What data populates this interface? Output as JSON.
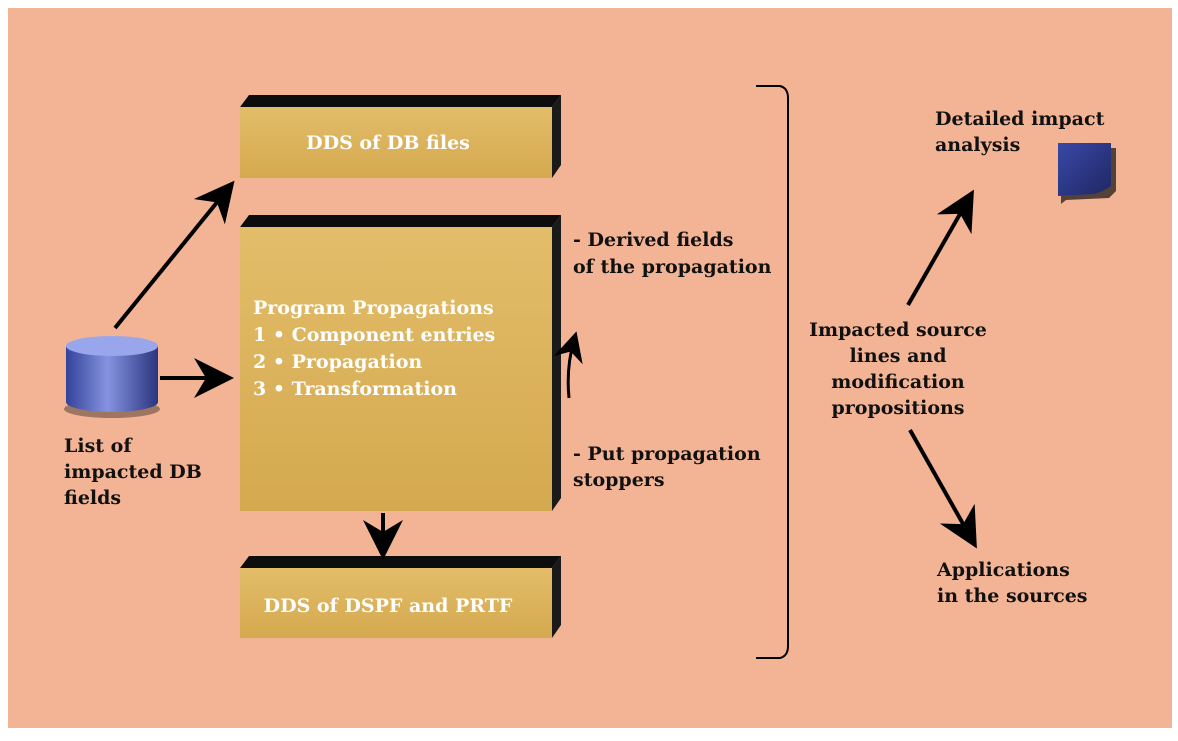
{
  "database_label": [
    "List of",
    "impacted DB",
    "fields"
  ],
  "box_dds_db": "DDS of DB files",
  "program_box": {
    "title": "Program Propagations",
    "lines": [
      "1 • Component entries",
      "2 • Propagation",
      "3 • Transformation"
    ]
  },
  "box_dds_dspf": "DDS of DSPF and PRTF",
  "derived_note": [
    "- Derived fields",
    "of the propagation"
  ],
  "stoppers_note": [
    "- Put propagation",
    "stoppers"
  ],
  "impacted_sources": [
    "Impacted source",
    "lines and",
    "modification",
    "propositions"
  ],
  "detailed_impact": [
    "Detailed impact",
    "analysis"
  ],
  "applications": [
    "Applications",
    "in the sources"
  ],
  "icons": {
    "database": "database-cylinder-icon",
    "document": "document-icon"
  },
  "colors": {
    "background": "#f2b495",
    "box_fill": "#dcb45c",
    "box_shadow": "#1c1c1c",
    "database": "#4a5bb5",
    "document": "#2a3580"
  }
}
